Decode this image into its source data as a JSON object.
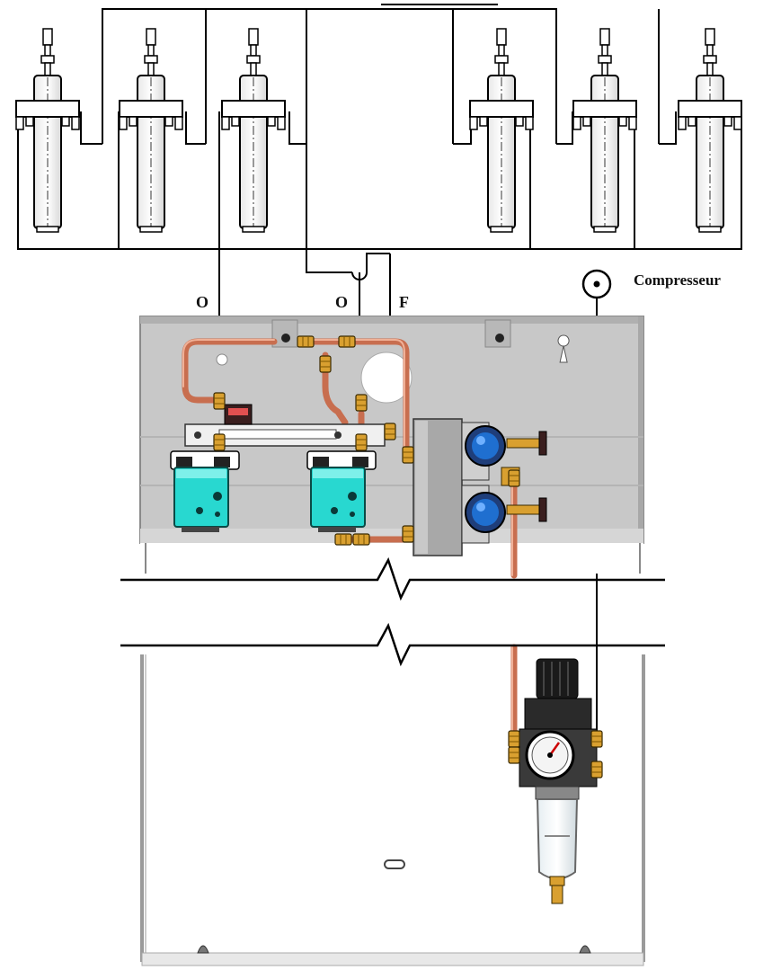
{
  "labels": {
    "port_o_left": "O",
    "port_o_right": "O",
    "port_f": "F",
    "compressor": "Compresseur"
  },
  "colors": {
    "panel": "#c8c8c8",
    "panel_edge": "#9a9a9a",
    "pipe_copper": "#d9866a",
    "fitting_brass": "#d9a030",
    "valve_cyan": "#28d8d0",
    "gauge_blue": "#1f6fd0",
    "manifold_grey": "#a8a8a8"
  },
  "cylinders": {
    "left_group_count": 3,
    "right_group_count": 3
  }
}
